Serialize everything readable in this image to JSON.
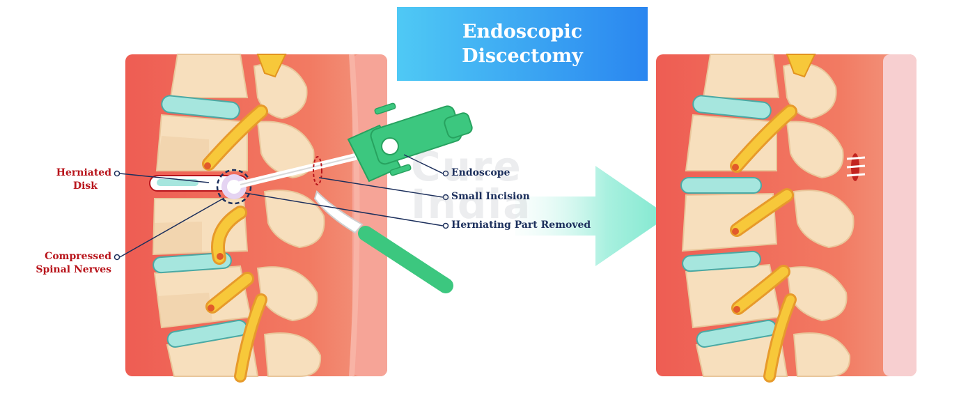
{
  "title": {
    "line1": "Endoscopic",
    "line2": "Discectomy"
  },
  "labels": {
    "herniated_disk_line1": "Herniated",
    "herniated_disk_line2": "Disk",
    "compressed_line1": "Compressed",
    "compressed_line2": "Spinal Nerves",
    "endoscope": "Endoscope",
    "small_incision": "Small Incision",
    "herniating_part_removed": "Herniating Part Removed"
  },
  "watermark": {
    "line1": "Cure",
    "line2": "India"
  },
  "colors": {
    "title_gradient_start": "#4fc9f5",
    "title_gradient_end": "#2a86f0",
    "tissue_red": "#ef6a5c",
    "tissue_light": "#f6a394",
    "bone": "#f7dfbd",
    "disk": "#9fe3dc",
    "nerve": "#f7c83a",
    "tool_green": "#3cc77f",
    "label_red": "#b8141b",
    "label_navy": "#1c2f5c"
  }
}
